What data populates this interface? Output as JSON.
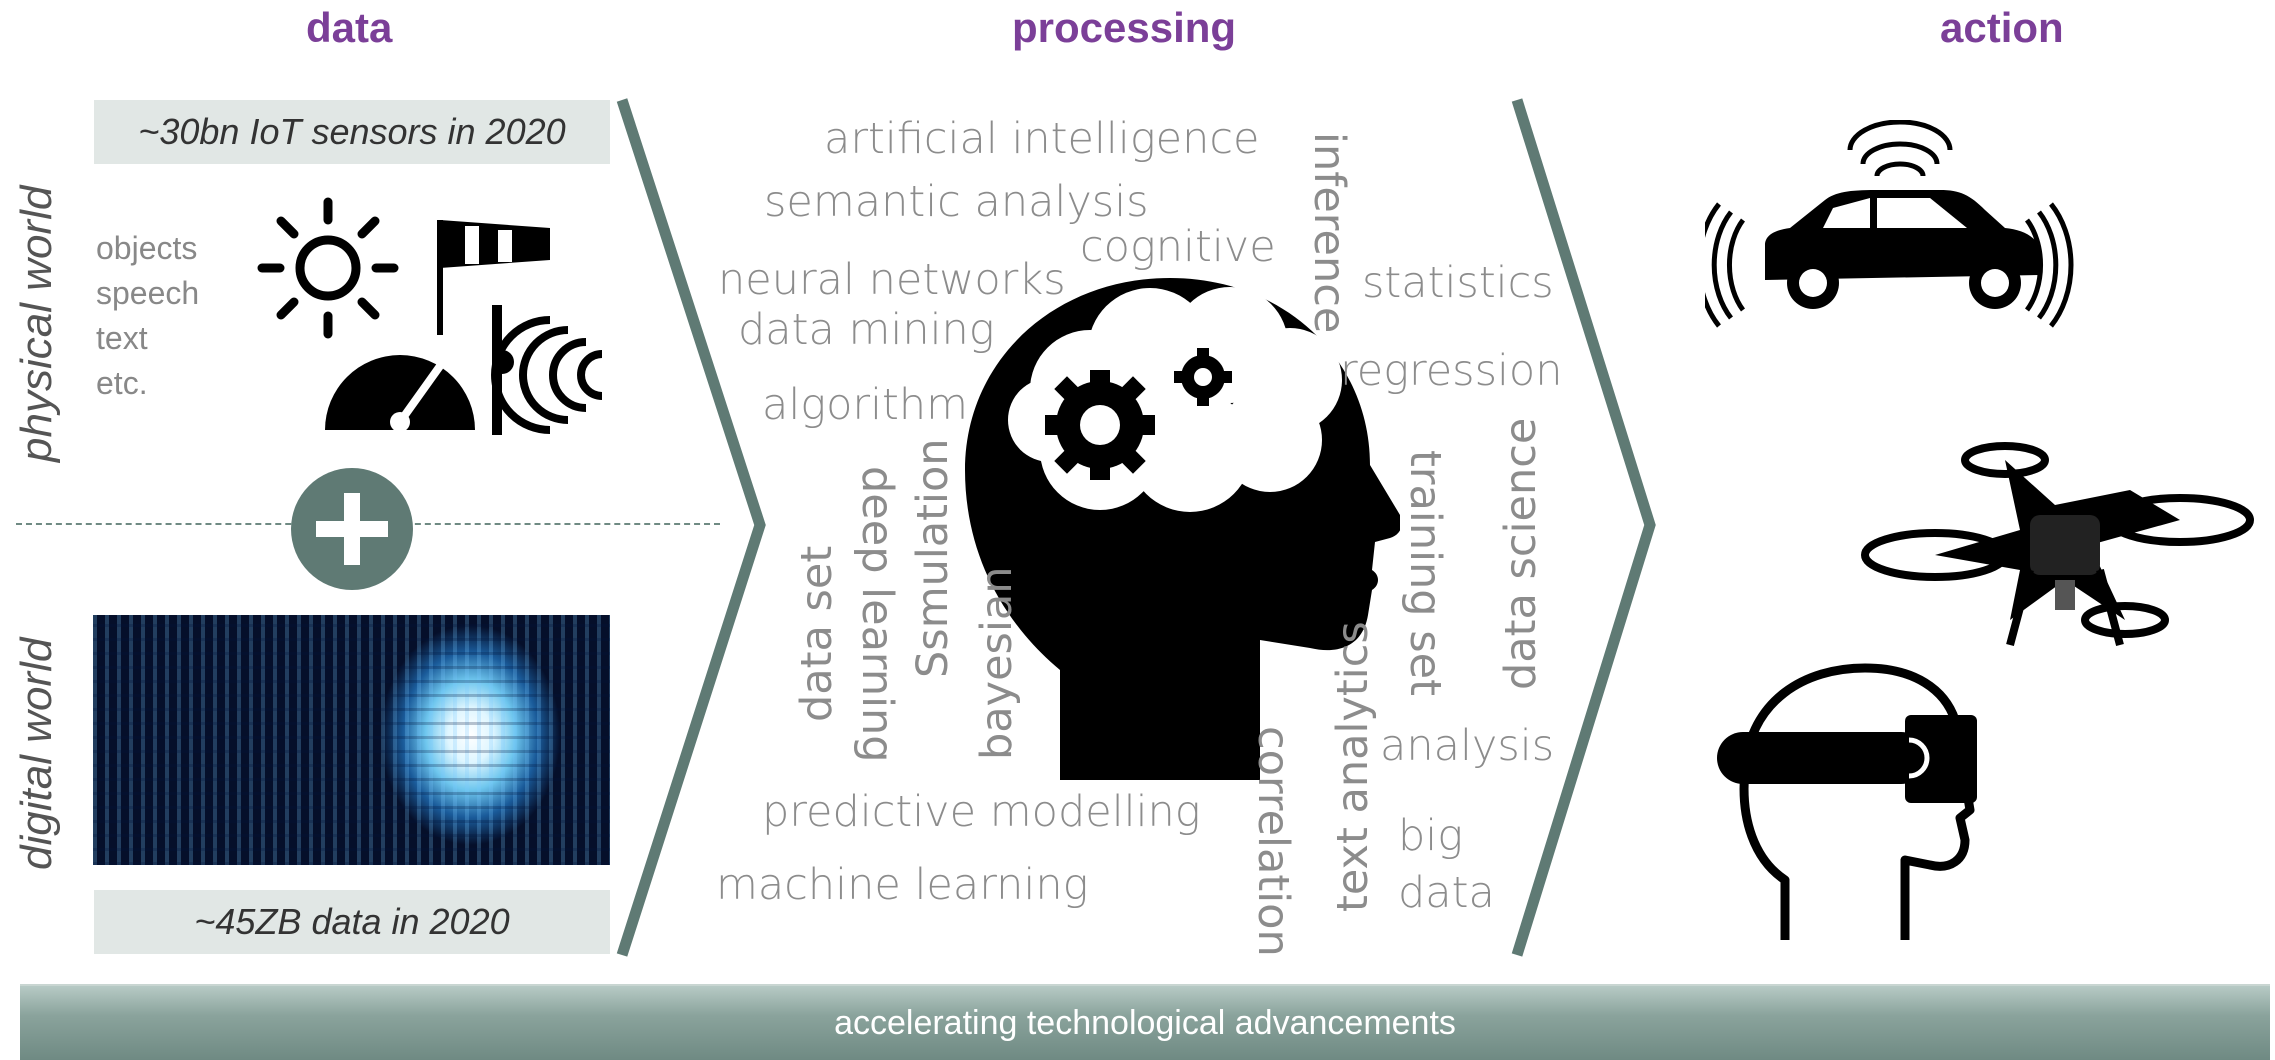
{
  "headings": {
    "data": "data",
    "processing": "processing",
    "action": "action"
  },
  "sides": {
    "physical": "physical world",
    "digital": "digital world"
  },
  "stats": {
    "iot": "~30bn IoT sensors in 2020",
    "data": "~45ZB data in 2020"
  },
  "data_types": [
    "objects",
    "speech",
    "text",
    "etc."
  ],
  "processing_words": {
    "artificial_intelligence": "artificial intelligence",
    "semantic_analysis": "semantic analysis",
    "cognitive": "cognitive",
    "inference": "inference",
    "neural_networks": "neural networks",
    "data_mining": "data mining",
    "statistics": "statistics",
    "regression": "regression",
    "algorithm": "algorithm",
    "deep_learning": "deep learning",
    "simulation": "Ssmulation",
    "data_set": "data set",
    "bayesian": "bayesian",
    "training_set": "training set",
    "data_science": "data science",
    "text_analytics": "text analytics",
    "analysis": "analysis",
    "correlation": "correlation",
    "predictive_modelling": "predictive modelling",
    "machine_learning": "machine learning",
    "big": "big",
    "data": "data"
  },
  "bottom_bar": "accelerating technological advancements",
  "colors": {
    "heading": "#7b3f98",
    "chevron": "#5f7a74",
    "word": "#8c8c8c",
    "bar": "#7d968f"
  }
}
